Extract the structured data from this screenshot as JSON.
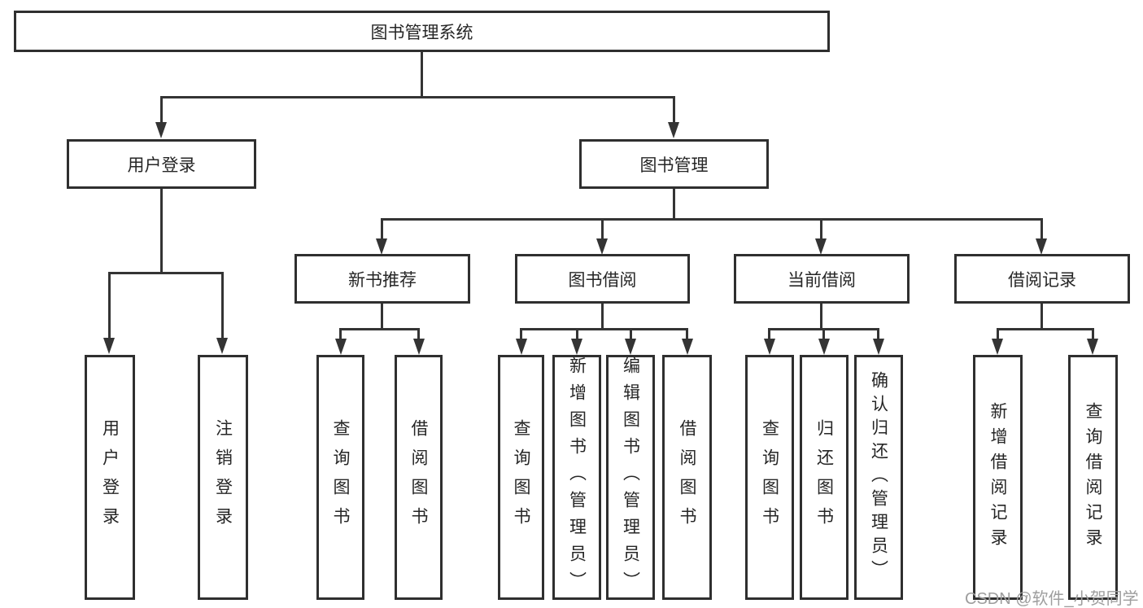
{
  "tree": {
    "root": {
      "label": "图书管理系统",
      "children": [
        {
          "label": "用户登录",
          "children": [
            {
              "label": "用户登录"
            },
            {
              "label": "注销登录"
            }
          ]
        },
        {
          "label": "图书管理",
          "children": [
            {
              "label": "新书推荐",
              "children": [
                {
                  "label": "查询图书"
                },
                {
                  "label": "借阅图书"
                }
              ]
            },
            {
              "label": "图书借阅",
              "children": [
                {
                  "label": "查询图书"
                },
                {
                  "label": "新增图书（管理员）"
                },
                {
                  "label": "编辑图书（管理员）"
                },
                {
                  "label": "借阅图书"
                }
              ]
            },
            {
              "label": "当前借阅",
              "children": [
                {
                  "label": "查询图书"
                },
                {
                  "label": "归还图书"
                },
                {
                  "label": "确认归还（管理员）"
                }
              ]
            },
            {
              "label": "借阅记录",
              "children": [
                {
                  "label": "新增借阅记录"
                },
                {
                  "label": "查询借阅记录"
                }
              ]
            }
          ]
        }
      ]
    }
  },
  "watermark": {
    "text": "CSDN @软件_小贺同学"
  },
  "colors": {
    "line": "#343434",
    "border": "#2f2f2f",
    "text": "#262626",
    "watermark": "#9e9e9e",
    "background": "#ffffff"
  }
}
